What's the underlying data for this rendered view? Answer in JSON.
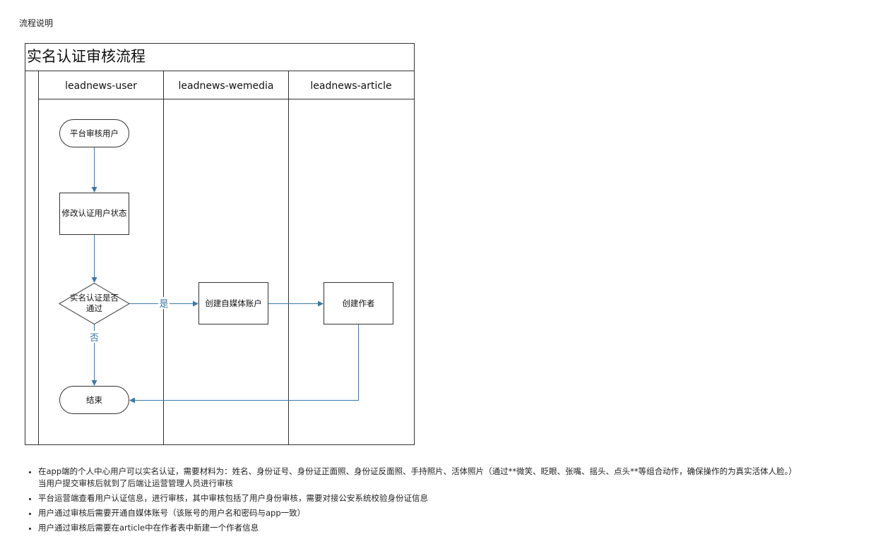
{
  "section_title": "流程说明",
  "diagram": {
    "title": "实名认证审核流程",
    "lanes": [
      "leadnews-user",
      "leadnews-wemedia",
      "leadnews-article"
    ],
    "nodes": {
      "start": "平台审核用户",
      "update_status": "修改认证用户状态",
      "decision_line1": "实名认证是否",
      "decision_line2": "通过",
      "create_account": "创建自媒体账户",
      "create_author": "创建作者",
      "end": "结束"
    },
    "edge_labels": {
      "yes": "是",
      "no": "否"
    },
    "colors": {
      "arrow": "#3b78a8",
      "border": "#333333"
    }
  },
  "notes": [
    {
      "line1": "在app端的个人中心用户可以实名认证，需要材料为：姓名、身份证号、身份证正面照、身份证反面照、手持照片、活体照片（通过**微笑、眨眼、张嘴、摇头、点头**等组合动作，确保操作的为真实活体人脸。）",
      "line2": "当用户提交审核后就到了后端让运营管理人员进行审核"
    },
    {
      "line1": "平台运营端查看用户认证信息，进行审核，其中审核包括了用户身份审核，需要对接公安系统校验身份证信息"
    },
    {
      "line1": "用户通过审核后需要开通自媒体账号（该账号的用户名和密码与app一致）"
    },
    {
      "line1": "用户通过审核后需要在article中在作者表中新建一个作者信息"
    }
  ]
}
